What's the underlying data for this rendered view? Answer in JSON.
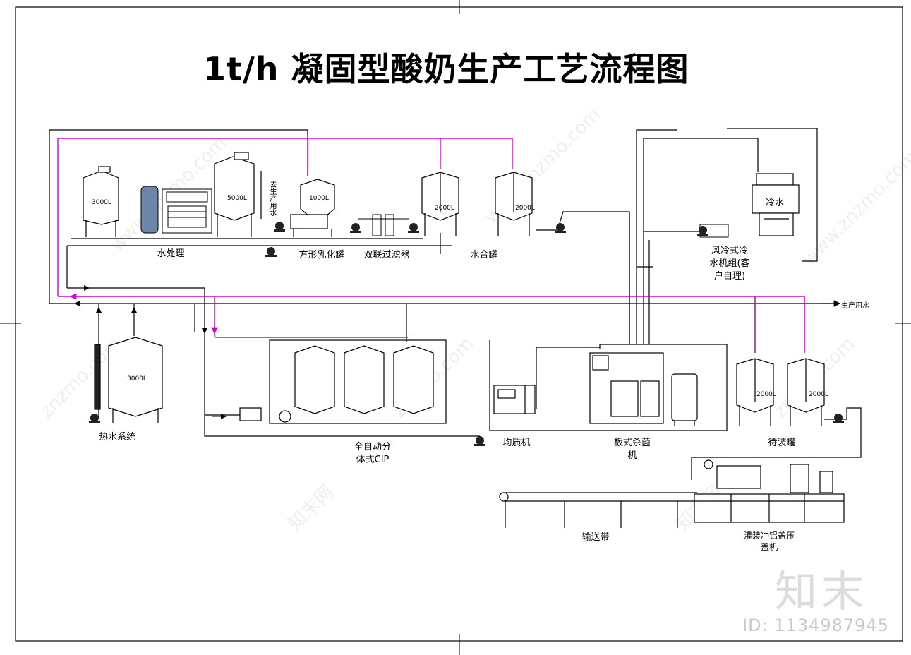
{
  "title": "1t/h 凝固型酸奶生产工艺流程图",
  "equipment_labels": {
    "water_treatment": "水处理",
    "square_emulsion_tank": "方形乳化罐",
    "duplex_filter": "双联过滤器",
    "water_mix_tank": "水合罐",
    "air_cooled_chiller_1": "风冷式冷",
    "air_cooled_chiller_2": "水机组(客",
    "air_cooled_chiller_3": "户自理)",
    "hot_water_system": "热水系统",
    "cip_1": "全自动分",
    "cip_2": "体式CIP",
    "homogenizer": "均质机",
    "plate_sterilizer_1": "板式杀菌",
    "plate_sterilizer_2": "机",
    "filling_tank": "待装罐",
    "conveyor": "输送带",
    "filler_1": "灌装冲铝盖压",
    "filler_2": "盖机",
    "cooling_tower": "冷水",
    "production_water": "生产用水",
    "to_production_water": "去生产用水"
  },
  "tank_capacities": {
    "raw_water": "3000L",
    "pure_water": "5000L",
    "emulsion": "1000L",
    "mix_1": "2000L",
    "mix_2": "2000L",
    "hot_water": "3000L",
    "filling_1": "2000L",
    "filling_2": "2000L"
  },
  "footer": {
    "brand": "知末",
    "id": "ID: 1134987945"
  },
  "watermarks": [
    "www.znzmo.com",
    "知末网",
    "znzmo.com"
  ],
  "colors": {
    "line": "#000000",
    "cip_line": "#d400d4",
    "watermark": "#efefef"
  }
}
